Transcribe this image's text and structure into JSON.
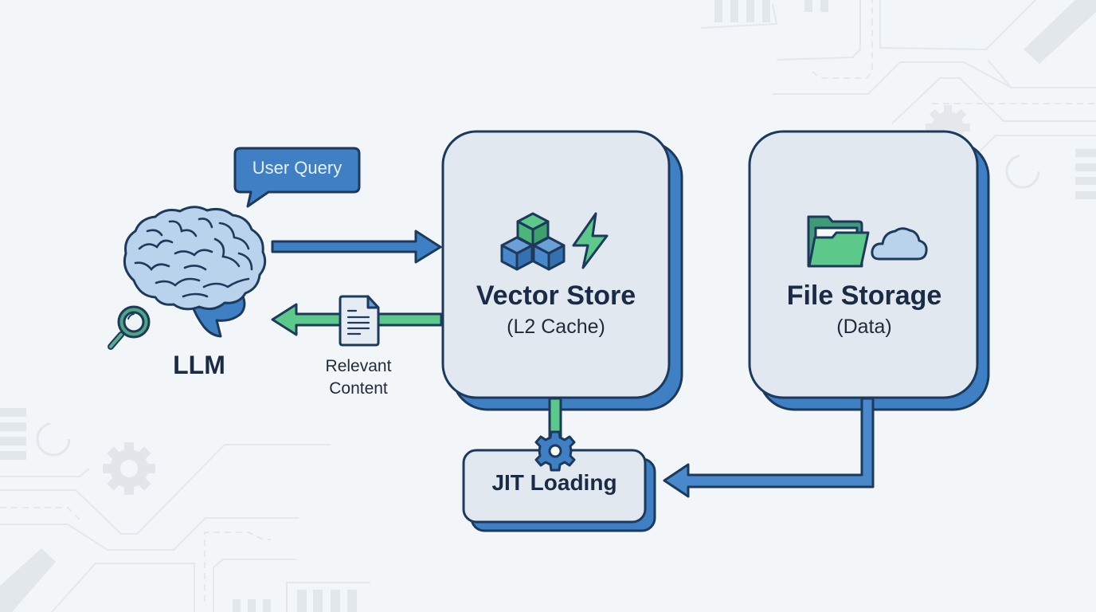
{
  "diagram": {
    "title": "LLM retrieval with Vector Store cache and JIT loading",
    "nodes": {
      "llm": {
        "label": "LLM",
        "icon": "brain-icon",
        "badge_icon": "magnifier-icon"
      },
      "user_query": {
        "label": "User Query",
        "icon": "speech-bubble-icon"
      },
      "relevant_content": {
        "label_line1": "Relevant",
        "label_line2": "Content",
        "icon": "document-icon"
      },
      "vector_store": {
        "title": "Vector Store",
        "subtitle": "(L2 Cache)",
        "icons": [
          "cubes-icon",
          "lightning-icon"
        ]
      },
      "file_storage": {
        "title": "File Storage",
        "subtitle": "(Data)",
        "icons": [
          "folder-icon",
          "cloud-icon"
        ]
      },
      "jit_loading": {
        "label": "JIT Loading",
        "icon": "gear-icon"
      }
    },
    "edges": [
      {
        "from": "LLM",
        "to": "Vector Store",
        "style": "blue-arrow"
      },
      {
        "from": "Vector Store",
        "to": "LLM",
        "style": "green-arrow",
        "label": "Relevant Content"
      },
      {
        "from": "Vector Store",
        "to": "JIT Loading",
        "style": "green-connector"
      },
      {
        "from": "File Storage",
        "to": "JIT Loading",
        "style": "blue-elbow-arrow"
      }
    ]
  },
  "colors": {
    "background": "#f2f6f9",
    "card_fill": "#e1e8ef",
    "outline": "#1d3a5c",
    "blue": "#3f7fc4",
    "blue_light": "#b9d3ec",
    "green": "#5cc88a",
    "text": "#1a2b45"
  }
}
